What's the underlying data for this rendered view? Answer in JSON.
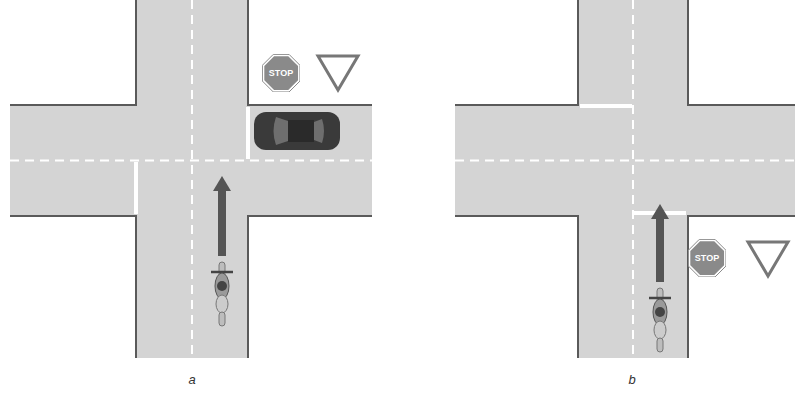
{
  "diagram": {
    "nodes": [
      {
        "text": [
          "STOP"
        ]
      },
      {
        "text": [
          "STOP"
        ]
      }
    ],
    "labels": [
      "a",
      "b"
    ]
  }
}
